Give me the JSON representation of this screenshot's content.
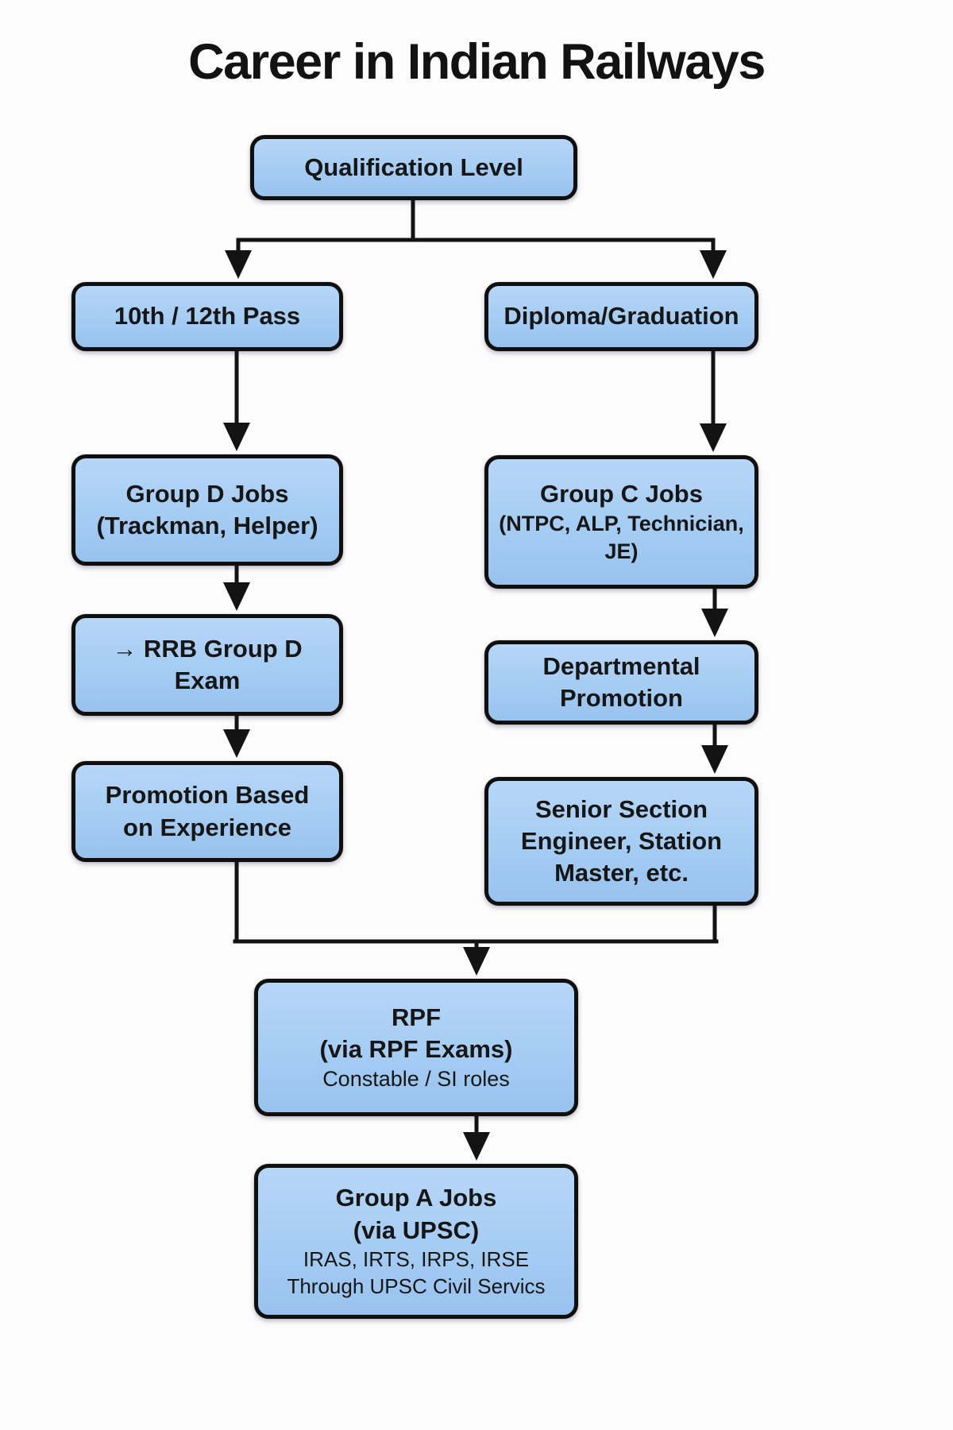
{
  "title": "Career in Indian Railways",
  "colors": {
    "background": "#fcfcfd",
    "box_fill_top": "#b6d6f7",
    "box_fill_bottom": "#98c2ed",
    "box_border": "#0f0f0f",
    "connector": "#131313",
    "text": "#161616"
  },
  "nodes": {
    "qualification_level": {
      "line1": "Qualification Level"
    },
    "tenth_twelfth": {
      "line1": "10th / 12th Pass"
    },
    "diploma_graduation": {
      "line1": "Diploma/Graduation"
    },
    "group_d": {
      "line1": "Group D Jobs",
      "line2": "(Trackman, Helper)"
    },
    "group_c": {
      "line1": "Group C Jobs",
      "line2": "(NTPC, ALP, Technician,",
      "line3": "JE)"
    },
    "rrb_exam": {
      "line1": "→ RRB Group D",
      "line2": "Exam"
    },
    "departmental": {
      "line1": "Departmental",
      "line2": "Promotion"
    },
    "promotion_experience": {
      "line1": "Promotion Based",
      "line2": "on Experience"
    },
    "senior_section": {
      "line1": "Senior Section",
      "line2": "Engineer, Station",
      "line3": "Master, etc."
    },
    "rpf": {
      "line1": "RPF",
      "line2": "(via RPF Exams)",
      "line3": "Constable / SI roles"
    },
    "group_a": {
      "line1": "Group A Jobs",
      "line2": "(via UPSC)",
      "line3": "IRAS, IRTS, IRPS, IRSE",
      "line4": "Through UPSC Civil Servics"
    }
  }
}
